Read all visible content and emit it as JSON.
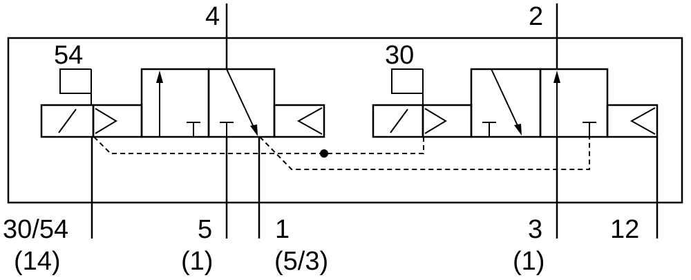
{
  "labels": {
    "port_4": "4",
    "port_2": "2",
    "label_54": "54",
    "label_30": "30",
    "port_30_54": "30/54",
    "port_30_54_sub": "(14)",
    "port_5": "5",
    "port_5_sub": "(1)",
    "port_1": "1",
    "port_1_sub": "(5/3)",
    "port_3": "3",
    "port_3_sub": "(1)",
    "port_12": "12"
  }
}
